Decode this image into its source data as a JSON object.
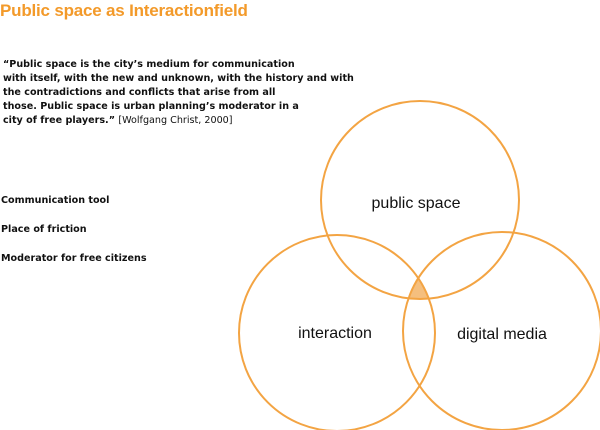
{
  "title": "Public space as Interactionfield",
  "quote": {
    "lines": [
      "“Public space is the city’s medium for communication",
      "with itself, with the new and unknown, with the history and with",
      "the contradictions and conflicts that arise from all",
      "those. Public space is urban planning’s moderator in a",
      "city of free players.”"
    ],
    "citation": "[Wolfgang Christ, 2000]"
  },
  "points": [
    "Communication tool",
    "Place of friction",
    "Moderator for free citizens"
  ],
  "venn": {
    "circles": [
      {
        "label": "public space"
      },
      {
        "label": "interaction"
      },
      {
        "label": "digital media"
      }
    ],
    "stroke_color": "#f3a443",
    "overlap_color": "#f5bf7e"
  },
  "colors": {
    "title": "#f39a2a",
    "text": "#111111",
    "background": "#ffffff"
  }
}
